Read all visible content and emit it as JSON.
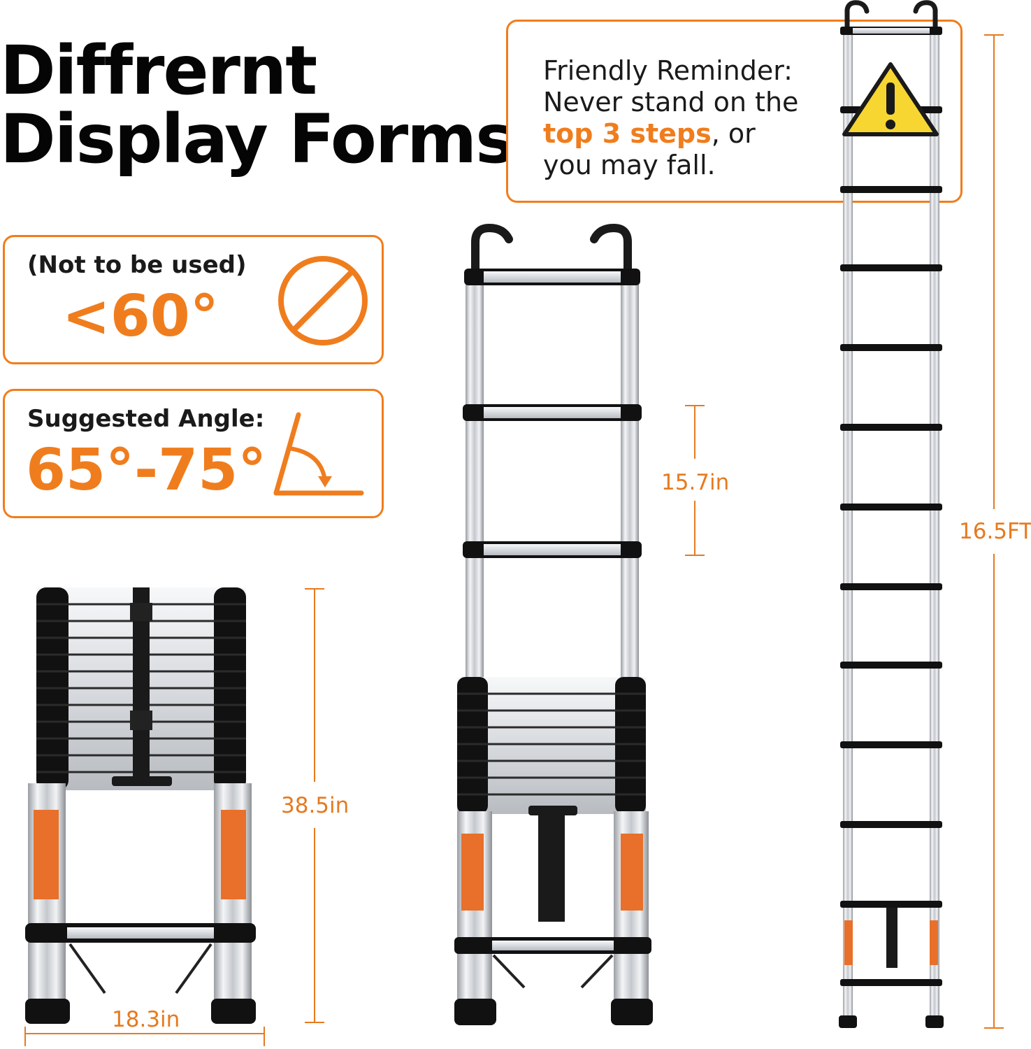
{
  "headline": {
    "line1": "Diffrernt",
    "line2": "Display Forms"
  },
  "angle_cards": {
    "not_used": {
      "label": "(Not to be used)",
      "value": "<60°",
      "icon": "prohibited-icon"
    },
    "suggested": {
      "label": "Suggested Angle:",
      "value": "65°-75°",
      "icon": "angle-icon"
    }
  },
  "reminder": {
    "line1": "Friendly Reminder:",
    "line2": "Never stand on the",
    "highlight": "top 3 steps",
    "line3_rest": ", or",
    "line4": "you may fall.",
    "icon": "warning-icon"
  },
  "dimensions": {
    "folded_height": "38.5in",
    "folded_width": "18.3in",
    "step_spacing": "15.7in",
    "full_height": "16.5FT"
  },
  "colors": {
    "accent": "#f07d1d",
    "text": "#111111",
    "warning_fill": "#f7d631"
  }
}
